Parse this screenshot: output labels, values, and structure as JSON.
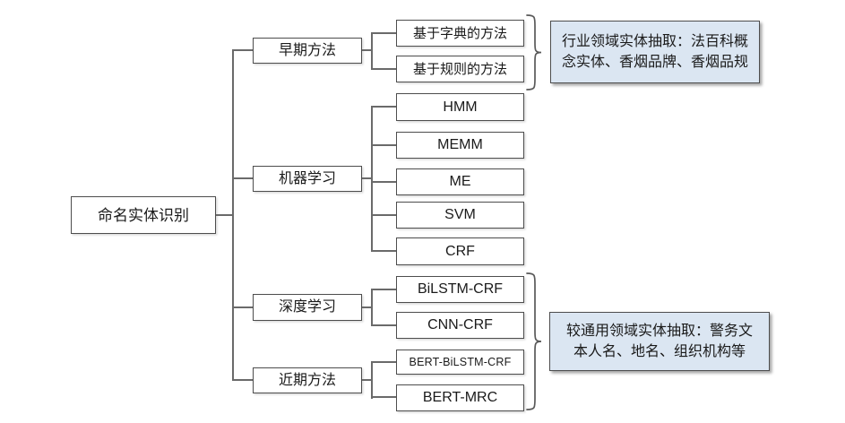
{
  "theme": {
    "canvas-bg": "#ffffff",
    "box-border": "#4d4d4d",
    "line-color": "#6a6a6a",
    "text-color": "#1a1a1a",
    "annotation-fill": "#dbe6f2"
  },
  "diagram": {
    "root": {
      "label": "命名实体识别"
    },
    "branches": [
      {
        "label": "早期方法",
        "children": [
          "基于字典的方法",
          "基于规则的方法"
        ]
      },
      {
        "label": "机器学习",
        "children": [
          "HMM",
          "MEMM",
          "ME",
          "SVM",
          "CRF"
        ]
      },
      {
        "label": "深度学习",
        "children": [
          "BiLSTM-CRF",
          "CNN-CRF"
        ]
      },
      {
        "label": "近期方法",
        "children": [
          "BERT-BiLSTM-CRF",
          "BERT-MRC"
        ]
      }
    ],
    "annotations": [
      {
        "lines": [
          "行业领域实体抽取：法百科概",
          "念实体、香烟品牌、香烟品规"
        ]
      },
      {
        "lines": [
          "较通用领域实体抽取：警务文",
          "本人名、地名、组织机构等"
        ]
      }
    ]
  }
}
